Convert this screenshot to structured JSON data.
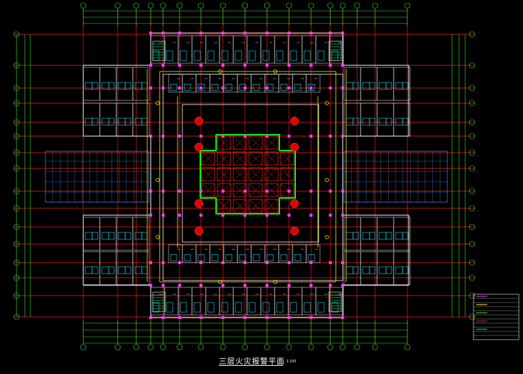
{
  "drawing": {
    "title": "三层火灾报警平面",
    "scale_note": "1:150"
  },
  "colors": {
    "background": "#000000",
    "axis_lines": "#ff1a1a",
    "walls": "#ffffff",
    "columns": "#ff3cff",
    "dimensions": "#33ff33",
    "grid_bubbles": "#33ff33",
    "wiring": "#ffff00",
    "rooms_cyan": "#22e5ff",
    "atrium_outline": "#00ff00",
    "atrium_cells": "#ff2222",
    "lamps": "#e00000",
    "stairs": "#00cc66",
    "canopy": "#4a7bd8"
  },
  "icons": [
    "dimension-line",
    "axis-bubble",
    "structural-column",
    "smoke-detector-icon",
    "ceiling-lamp-icon",
    "stair-icon",
    "legend-table"
  ]
}
